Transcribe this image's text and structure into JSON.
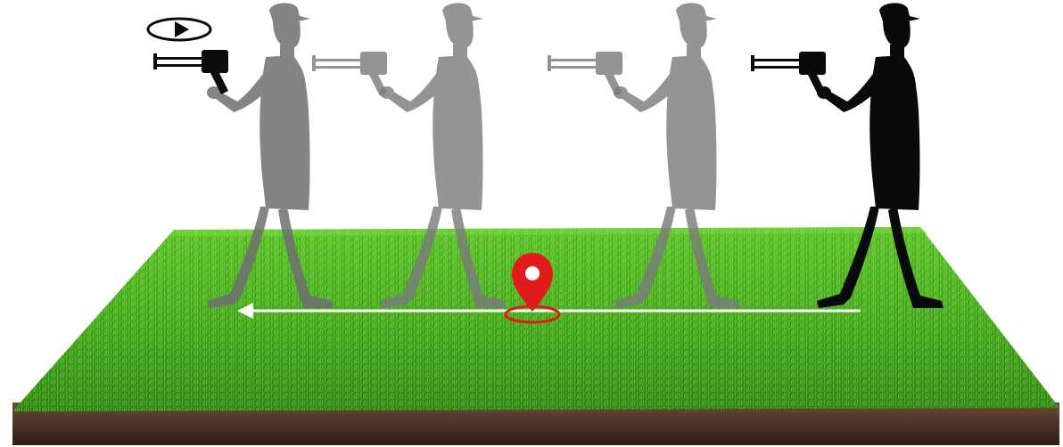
{
  "scene": {
    "description_free": true,
    "colors": {
      "background": "#ffffff",
      "grass_light": "#6fd23a",
      "grass_mid": "#3f9f1f",
      "grass_dark": "#2c7a14",
      "soil_top": "#6b4a35",
      "soil_bottom": "#2f2019",
      "silhouette_solid": "#0a0a0a",
      "silhouette_ghost": "#6f6f6f",
      "path_arrow": "#ffffff",
      "location_pin": "#e11b1b"
    },
    "icons": [
      "rotate-arrow-icon",
      "location-pin-icon",
      "direction-arrow-icon"
    ],
    "figures": [
      {
        "name": "operator-figure-1",
        "style": "ghost",
        "device_emphasis": "solid",
        "rotation_hint": true
      },
      {
        "name": "operator-figure-2",
        "style": "ghost",
        "device_emphasis": "ghost",
        "rotation_hint": false
      },
      {
        "name": "operator-figure-3",
        "style": "ghost",
        "device_emphasis": "ghost",
        "rotation_hint": false
      },
      {
        "name": "operator-figure-4",
        "style": "solid",
        "device_emphasis": "solid",
        "rotation_hint": false
      }
    ]
  }
}
